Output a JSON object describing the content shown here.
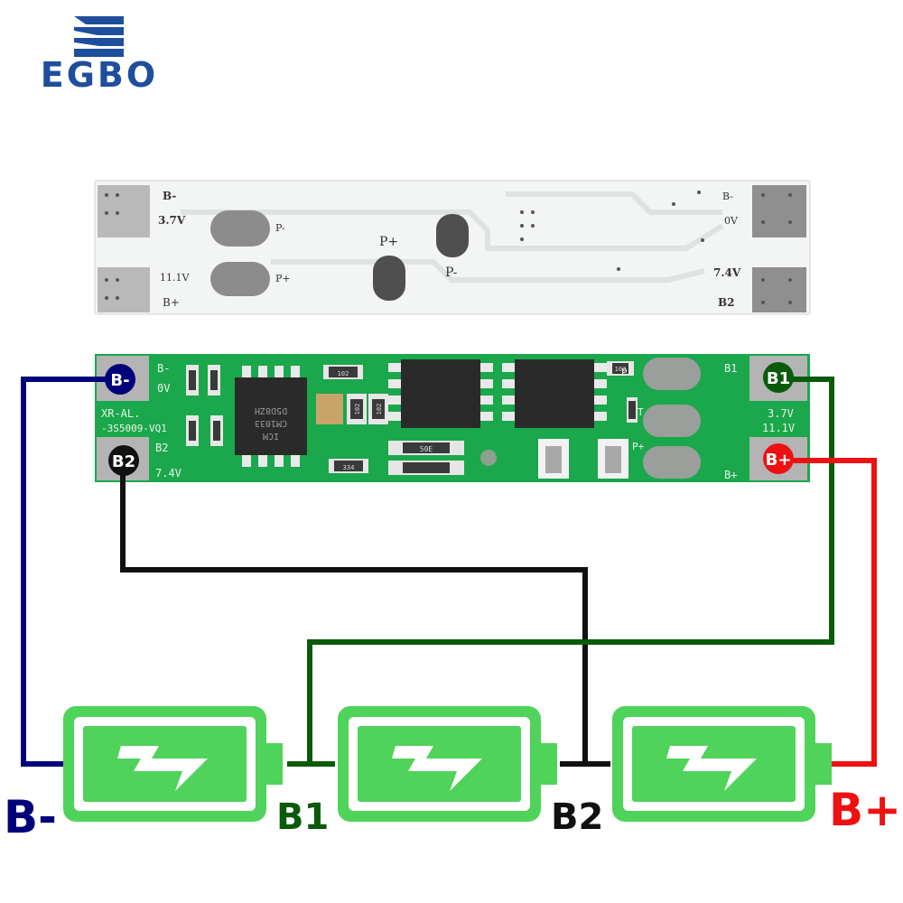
{
  "brand": {
    "logo_text": "EGBO",
    "logo_color": "#1f4e9c"
  },
  "colors": {
    "wire_b_minus": "#00007a",
    "wire_b1": "#0a5a0a",
    "wire_b2": "#111111",
    "wire_b_plus": "#ee1111",
    "battery_green": "#4fd35a",
    "pcb_green": "#1aa84a",
    "pcb_white": "#f4f6f4",
    "pad_gray": "#a8a8a8"
  },
  "top_board": {
    "left_pad_top_label": "B-",
    "left_pad_top_voltage": "3.7V",
    "left_pad_bottom_voltage": "11.1V",
    "left_pad_bottom_label": "B+",
    "right_pad_top_label": "B-",
    "right_pad_top_voltage": "0V",
    "right_pad_bottom_voltage": "7.4V",
    "right_pad_bottom_label": "B2",
    "pad_label_p_minus": "P-",
    "pad_label_p_plus": "P+",
    "center_p_plus": "P+",
    "center_p_minus": "P-"
  },
  "bottom_board": {
    "silk_b_minus": "B-",
    "silk_0v": "0V",
    "silk_model_line1": "XR-AL.",
    "silk_model_line2": "-3S5009-VQ1",
    "silk_b2": "B2",
    "silk_7_4v": "7.4V",
    "silk_p_minus": "P-",
    "silk_t": "T",
    "silk_p_plus": "P+",
    "silk_b1": "B1",
    "silk_3_7v": "3.7V",
    "silk_11_1v": "11.1V",
    "silk_b_plus": "B+",
    "chip_line1": "D5D8ZH",
    "chip_line2": "CM1033",
    "chip_line3": "ICM",
    "resistor_1": "102",
    "resistor_2": "102",
    "resistor_3": "102",
    "resistor_4": "50E",
    "resistor_5": "334",
    "resistor_6": "102"
  },
  "terminals": {
    "b_minus": "B-",
    "b1": "B1",
    "b2": "B2",
    "b_plus": "B+"
  },
  "bottom_labels": {
    "b_minus": "B-",
    "b1": "B1",
    "b2": "B2",
    "b_plus": "B+"
  }
}
